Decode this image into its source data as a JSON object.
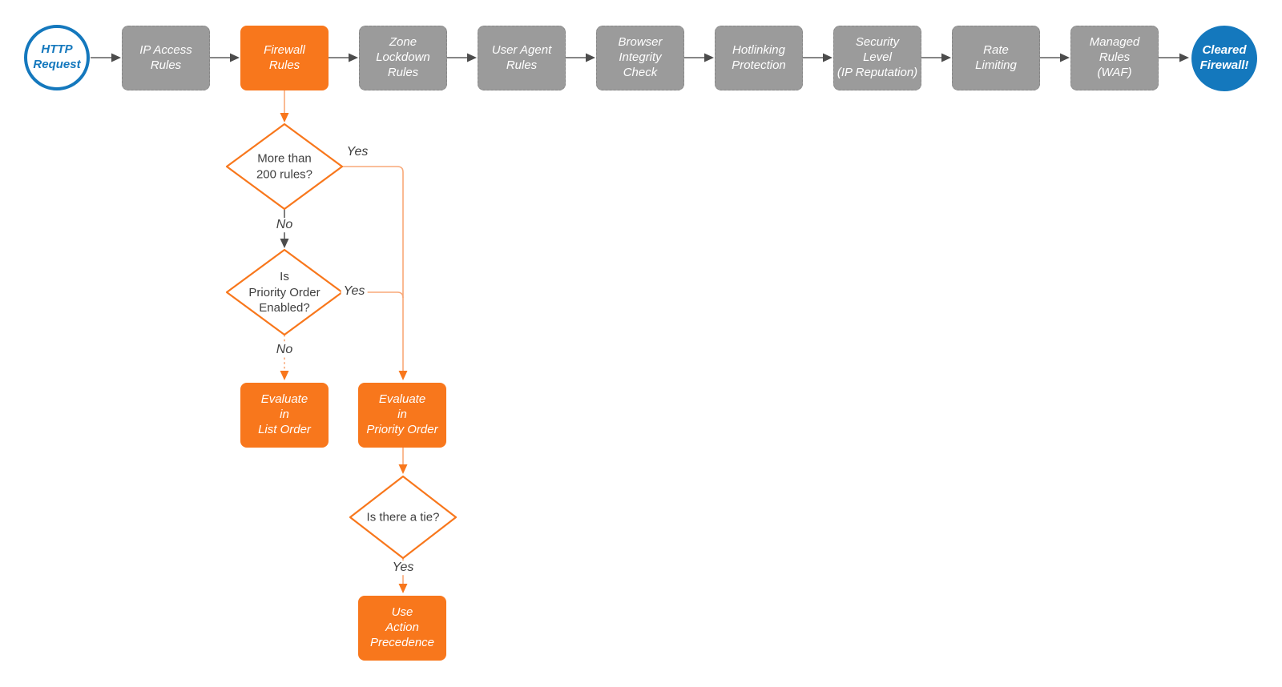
{
  "colors": {
    "orange": "#F8771C",
    "orange_line": "#F8A878",
    "blue": "#1478BD",
    "gray_fill": "#9B9B9B",
    "gray_border": "#878787",
    "gray_line": "#5F5F5F",
    "gray_arrow": "#4C4C4C",
    "text_dark": "#3F3F3F"
  },
  "nodes": {
    "http_request": "HTTP\nRequest",
    "ip_access_rules": "IP Access\nRules",
    "firewall_rules": "Firewall\nRules",
    "zone_lockdown_rules": "Zone\nLockdown\nRules",
    "user_agent_rules": "User Agent\nRules",
    "browser_integrity_check": "Browser\nIntegrity\nCheck",
    "hotlinking_protection": "Hotlinking\nProtection",
    "security_level": "Security\nLevel\n(IP Reputation)",
    "rate_limiting": "Rate\nLimiting",
    "managed_rules": "Managed\nRules\n(WAF)",
    "cleared_firewall": "Cleared\nFirewall!",
    "decision_rule_count": "More than\n200 rules?",
    "decision_priority_order": "Is\nPriority Order\nEnabled?",
    "evaluate_list_order": "Evaluate\nin\nList Order",
    "evaluate_priority_order": "Evaluate\nin\nPriority Order",
    "decision_tie": "Is there a tie?",
    "use_action_precedence": "Use\nAction\nPrecedence"
  },
  "edge_labels": {
    "rule_count_yes": "Yes",
    "rule_count_no": "No",
    "priority_yes": "Yes",
    "priority_no": "No",
    "tie_yes": "Yes"
  }
}
